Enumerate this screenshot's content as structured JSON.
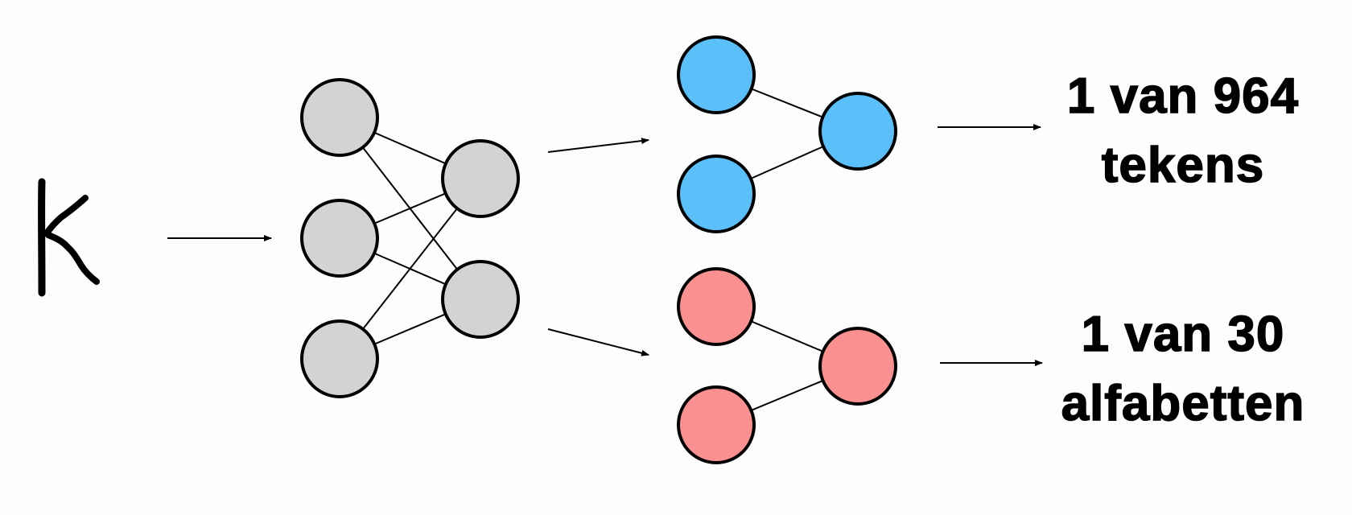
{
  "colors": {
    "shared_node": "#d3d3d3",
    "top_head_node": "#5bbffa",
    "bottom_head_node": "#fa9090",
    "stroke": "#000000",
    "background": "#fdfdfd"
  },
  "input_glyph": {
    "icon": "handwritten-character-icon"
  },
  "outputs": {
    "top": {
      "line1": "1 van 964",
      "line2": "tekens"
    },
    "bottom": {
      "line1": "1 van 30",
      "line2": "alfabetten"
    }
  }
}
